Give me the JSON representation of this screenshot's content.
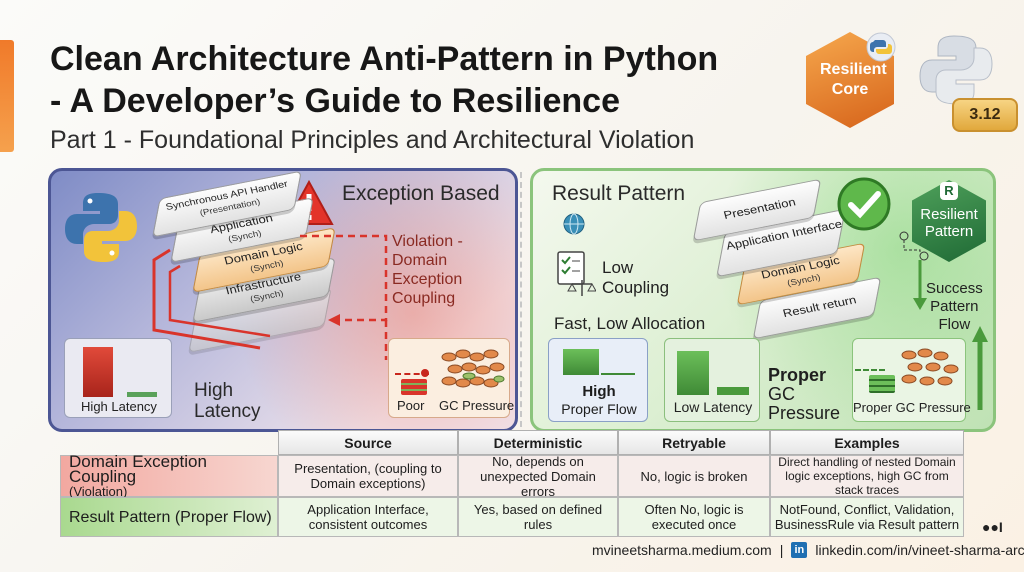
{
  "header": {
    "title_line1": "Clean Architecture Anti-Pattern in Python",
    "title_line2": "- A Developer’s Guide to Resilience",
    "subtitle": "Part 1 - Foundational Principles and Architectural Violation"
  },
  "badges": {
    "core": "Resilient Core",
    "version": "3.12"
  },
  "left_panel": {
    "heading": "Exception Based",
    "layers": [
      {
        "name": "Synchronous API Handler",
        "note": "(Presentation)"
      },
      {
        "name": "Application",
        "note": "(Synch)"
      },
      {
        "name": "Domain Logic",
        "note": "(Synch)"
      },
      {
        "name": "Infrastructure",
        "note": "(Synch)"
      }
    ],
    "violation": [
      "Violation -",
      "Domain",
      "Exception",
      "Coupling"
    ],
    "metric_card": "High Latency",
    "metric_big": [
      "High",
      "Latency"
    ],
    "gc_card": {
      "left": "Poor",
      "right": "GC Pressure"
    }
  },
  "right_panel": {
    "heading": "Result Pattern",
    "coupling": [
      "Low",
      "Coupling"
    ],
    "fast_label": "Fast, Low Allocation",
    "layers": [
      {
        "name": "Presentation",
        "note": ""
      },
      {
        "name": "Application Interface",
        "note": ""
      },
      {
        "name": "Domain Logic",
        "note": "(Synch)"
      },
      {
        "name": "Result return",
        "note": ""
      }
    ],
    "badge": {
      "letter": "R",
      "text": "Resilient Pattern"
    },
    "success_flow": [
      "Success",
      "Pattern",
      "Flow"
    ],
    "card_flow": [
      "High",
      "Proper Flow"
    ],
    "card_latency": "Low Latency",
    "proper_gc": [
      "Proper",
      "GC",
      "Pressure"
    ],
    "gc_card": "Proper GC Pressure"
  },
  "table": {
    "headers": [
      "Source",
      "Deterministic",
      "Retryable",
      "Examples"
    ],
    "rows": [
      {
        "label": "Domain Exception Coupling",
        "sub": "(Violation)",
        "cells": [
          "Presentation, (coupling to Domain exceptions)",
          "No, depends on unexpected Domain errors",
          "No, logic is broken",
          "Direct handling of nested Domain logic exceptions, high GC from stack traces"
        ]
      },
      {
        "label": "Result Pattern (Proper Flow)",
        "sub": "",
        "cells": [
          "Application Interface, consistent outcomes",
          "Yes, based on defined rules",
          "Often No, logic is executed once",
          "NotFound, Conflict, Validation, BusinessRule via Result pattern"
        ]
      }
    ]
  },
  "footer": {
    "medium": "mvineetsharma.medium.com",
    "separator": "|",
    "linkedin_icon": "in",
    "linkedin": "linkedin.com/in/vineet-sharma-architect",
    "medium_logo": "●●I"
  },
  "colors": {
    "accent": "#f07a2a",
    "violation_red": "#d9342b",
    "success_green": "#4a9a3c"
  }
}
